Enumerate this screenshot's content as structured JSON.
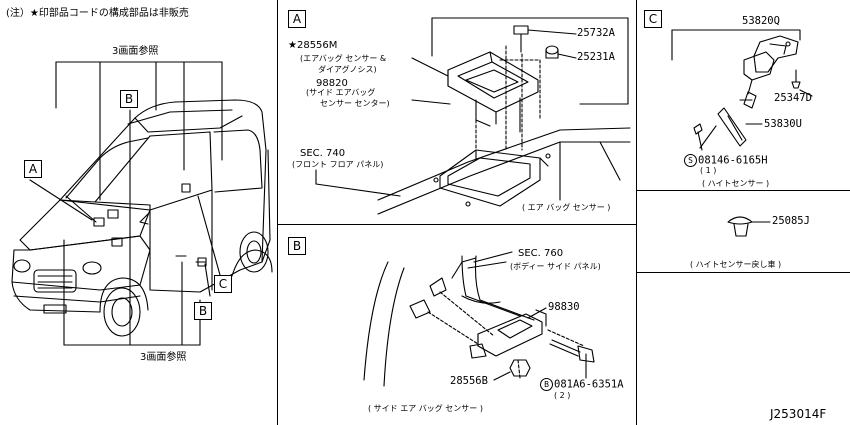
{
  "note": "(注）★印部品コードの構成部品は非販売",
  "overview": {
    "ref_top": "3画面参照",
    "ref_bottom": "3画面参照",
    "callouts": [
      "A",
      "B",
      "C",
      "B"
    ]
  },
  "section_a": {
    "label": "A",
    "part1_no": "★28556M",
    "part1_name_1": "(エアバッグ センサー &",
    "part1_name_2": "ダイアグノシス)",
    "part2_no": "98820",
    "part2_name_1": "(サイド エアバッグ",
    "part2_name_2": "センサー センター)",
    "bolt_1": "25732A",
    "bolt_2": "25231A",
    "sec": "SEC. 740",
    "sec_name": "(フロント フロア パネル)",
    "caption": "( エア バッグ センサー )"
  },
  "section_b": {
    "label": "B",
    "sec": "SEC. 760",
    "sec_name": "(ボディー サイド パネル)",
    "part_98830": "98830",
    "part_28556b": "28556B",
    "bolt_symbol": "B",
    "bolt_no": "081A6-6351A",
    "bolt_qty": "( 2 )",
    "caption": "( サイド エア バッグ センサー )"
  },
  "section_c": {
    "label": "C",
    "assembly": "53820Q",
    "part_25347d": "25347D",
    "part_53830u": "53830U",
    "screw_symbol": "S",
    "screw_no": "08146-6165H",
    "screw_qty": "( 1 )",
    "caption": "( ハイトセンサー )",
    "clip": "25085J",
    "clip_caption": "( ハイトセンサー戻し車 )"
  },
  "diagram_code": "J253014F"
}
